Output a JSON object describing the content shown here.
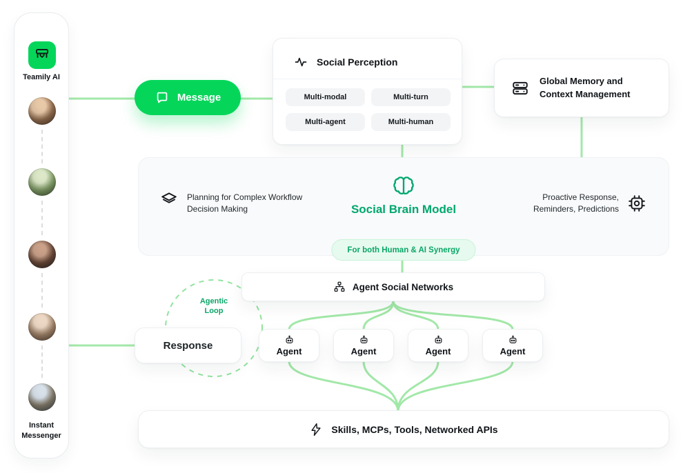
{
  "sidebar": {
    "logo_label": "Teamily AI",
    "bottom_label": "Instant\nMessenger",
    "avatar_count": 5
  },
  "message": {
    "label": "Message"
  },
  "social_perception": {
    "title": "Social Perception",
    "chips": [
      "Multi-modal",
      "Multi-turn",
      "Multi-agent",
      "Multi-human"
    ]
  },
  "global_memory": {
    "title": "Global Memory and\nContext Management"
  },
  "brain": {
    "left_text": "Planning for Complex Workflow\nDecision Making",
    "title": "Social Brain Model",
    "right_text": "Proactive Response,\nReminders, Predictions",
    "pill": "For both Human & AI Synergy"
  },
  "agent_network": {
    "title": "Agent Social Networks"
  },
  "agentic_loop": {
    "label": "Agentic\nLoop"
  },
  "response": {
    "label": "Response"
  },
  "agents": {
    "labels": [
      "Agent",
      "Agent",
      "Agent",
      "Agent"
    ]
  },
  "skills": {
    "title": "Skills, MCPs, Tools, Networked APIs"
  },
  "icons": {
    "logo": "teamily-logo-icon",
    "message": "chat-bubble-icon",
    "social_perception": "waveform-icon",
    "global_memory": "server-icon",
    "planning": "layers-icon",
    "brain": "brain-icon",
    "proactive": "chip-icon",
    "agent_network": "sitemap-icon",
    "agent": "robot-icon",
    "skills": "lightning-icon"
  },
  "colors": {
    "accent_green": "#05D65A",
    "connector_green": "#A2E8A8",
    "text_green": "#00A76D",
    "pill_bg": "#E7FAEF",
    "card_border": "#ECEFF2",
    "chip_bg": "#F2F4F6",
    "text_dark": "#101418"
  }
}
